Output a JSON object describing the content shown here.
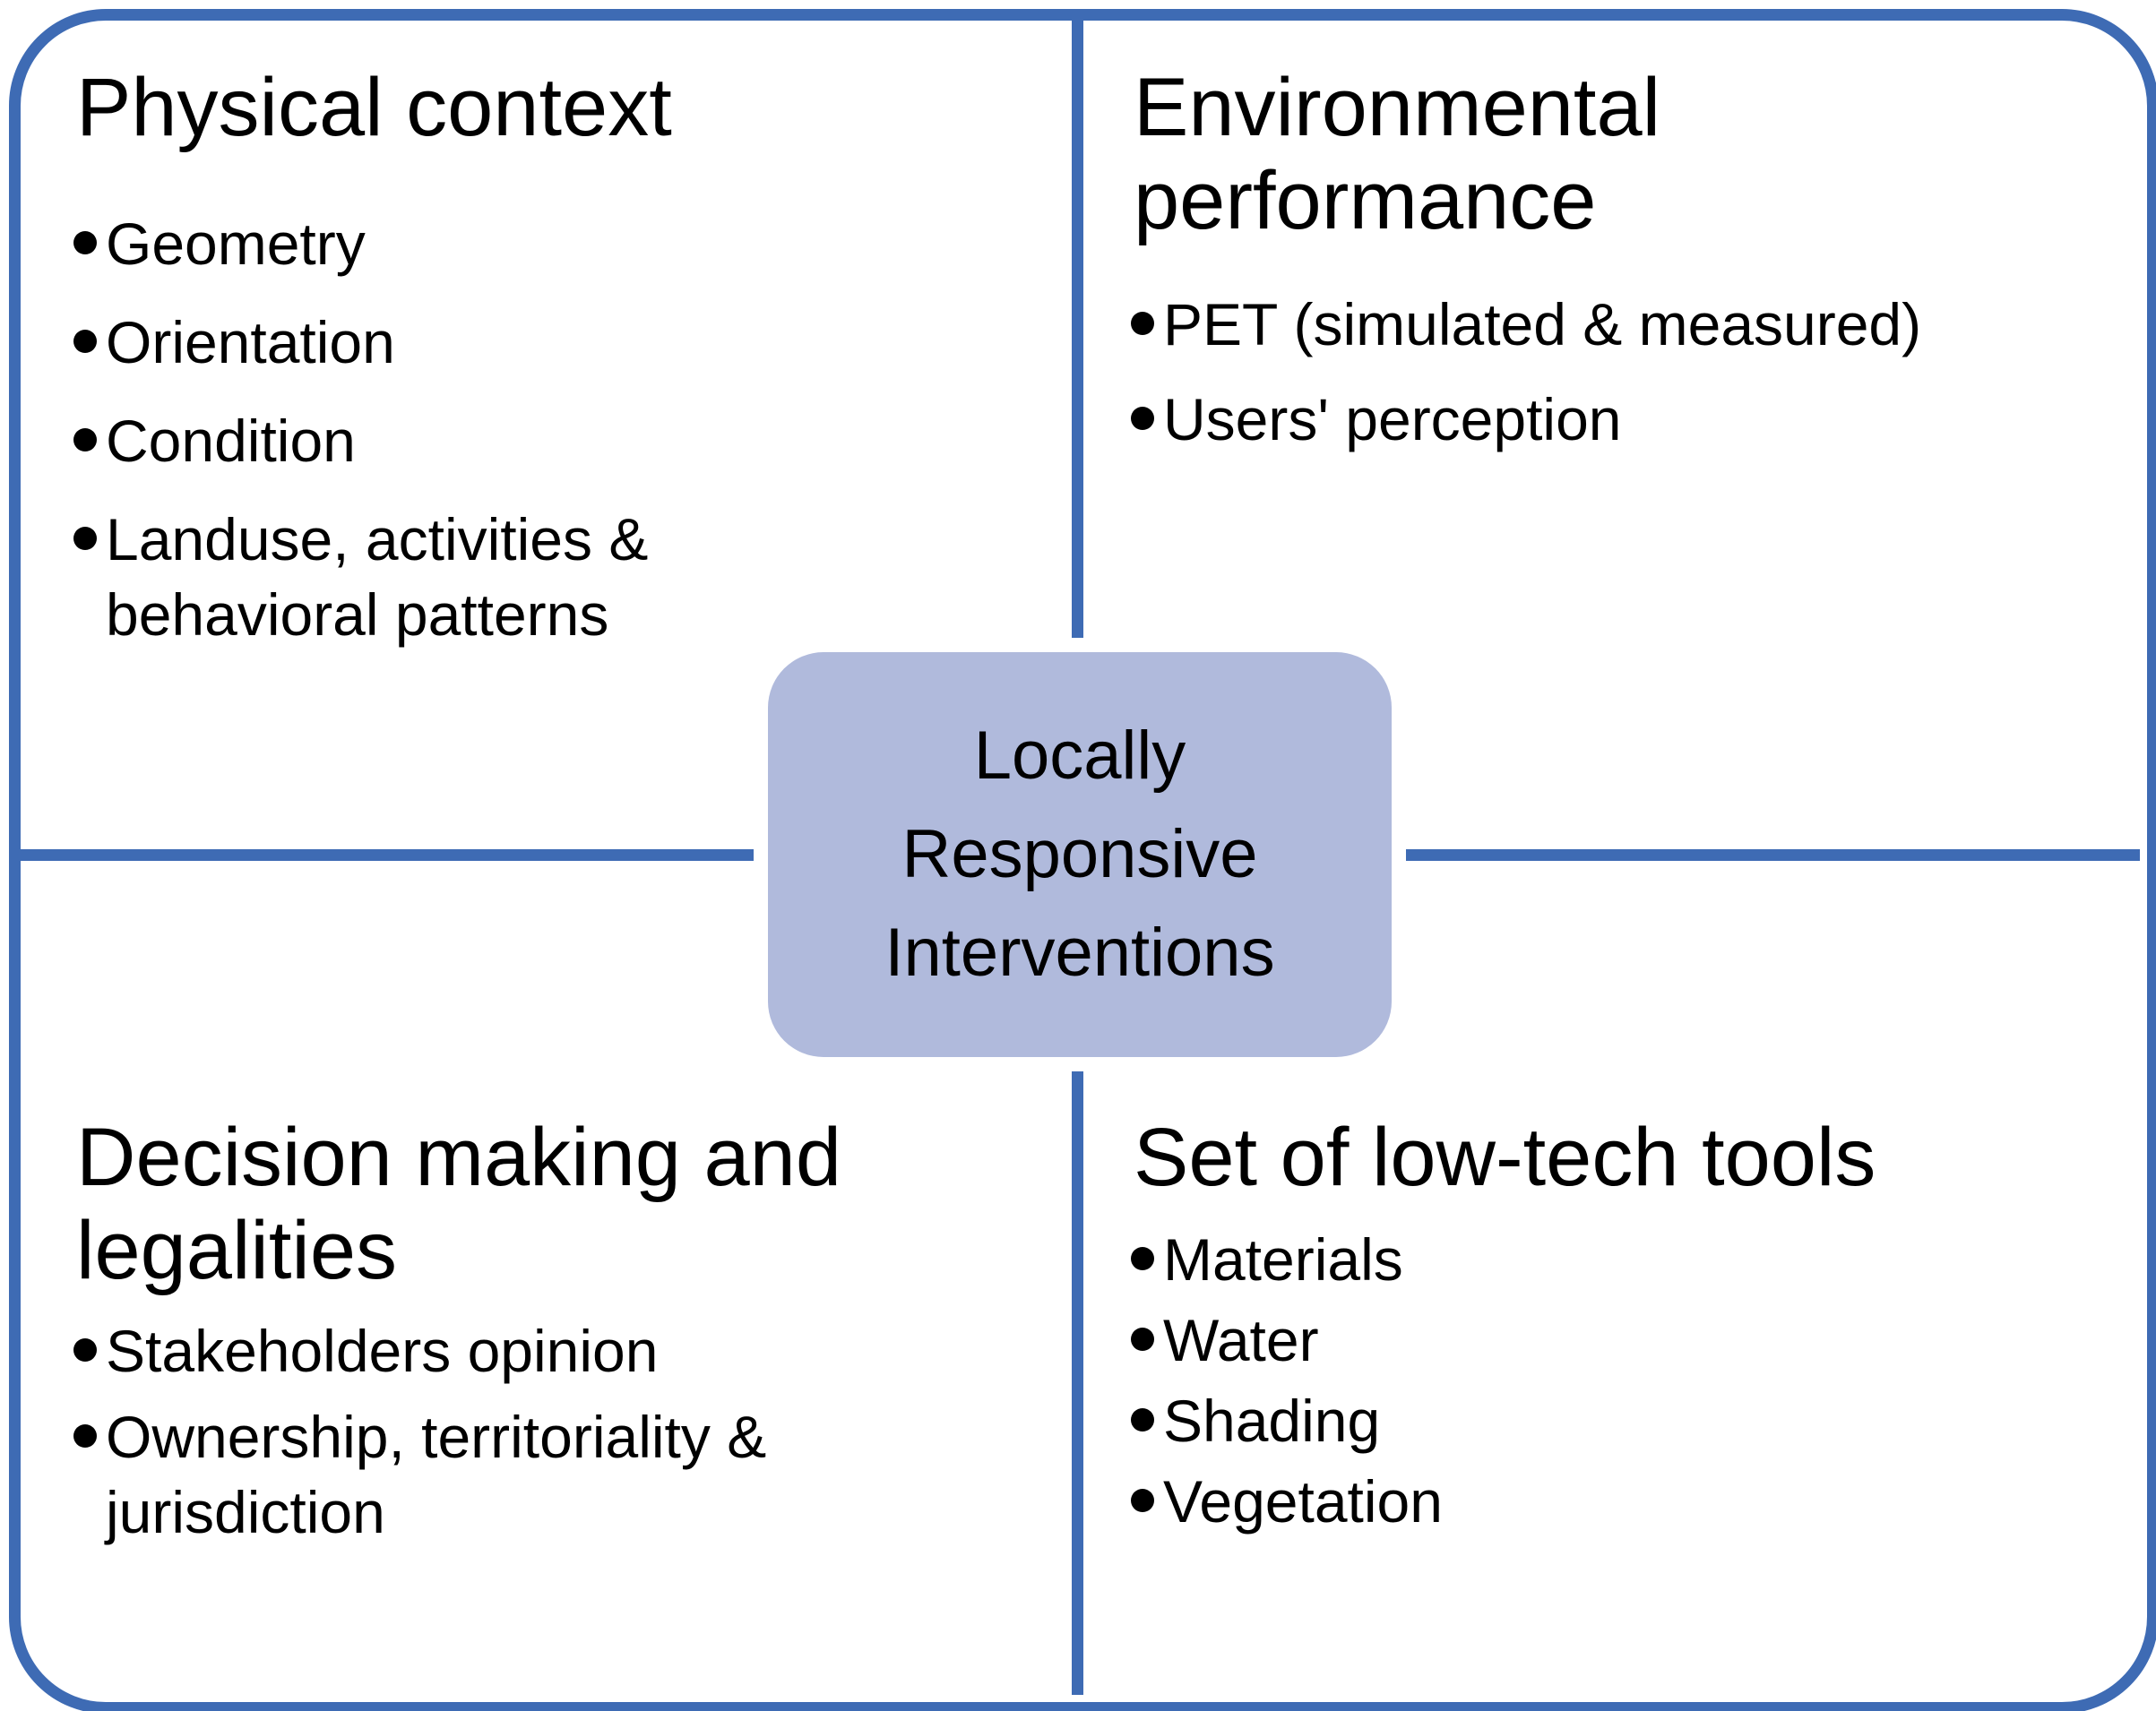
{
  "figure": {
    "background": "#FFFFFF",
    "line_color": "#3E6BB4",
    "text_color": "#000000",
    "center_box": {
      "label": "Locally\nResponsive\nInterventions",
      "fill": "#B0BADC"
    },
    "quadrants": {
      "top_left": {
        "title": "Physical context",
        "bullets": [
          "Geometry",
          "Orientation",
          "Condition",
          "Landuse, activities &\nbehavioral patterns"
        ]
      },
      "top_right": {
        "title": "Environmental\nperformance",
        "bullets": [
          "PET (simulated & measured)",
          "Users' perception"
        ]
      },
      "bottom_left": {
        "title": "Decision making and\nlegalities",
        "bullets": [
          "Stakeholders opinion",
          "Ownership, territoriality &\njurisdiction"
        ]
      },
      "bottom_right": {
        "title": "Set of low-tech tools",
        "bullets": [
          "Materials",
          "Water",
          "Shading",
          "Vegetation"
        ]
      }
    }
  }
}
